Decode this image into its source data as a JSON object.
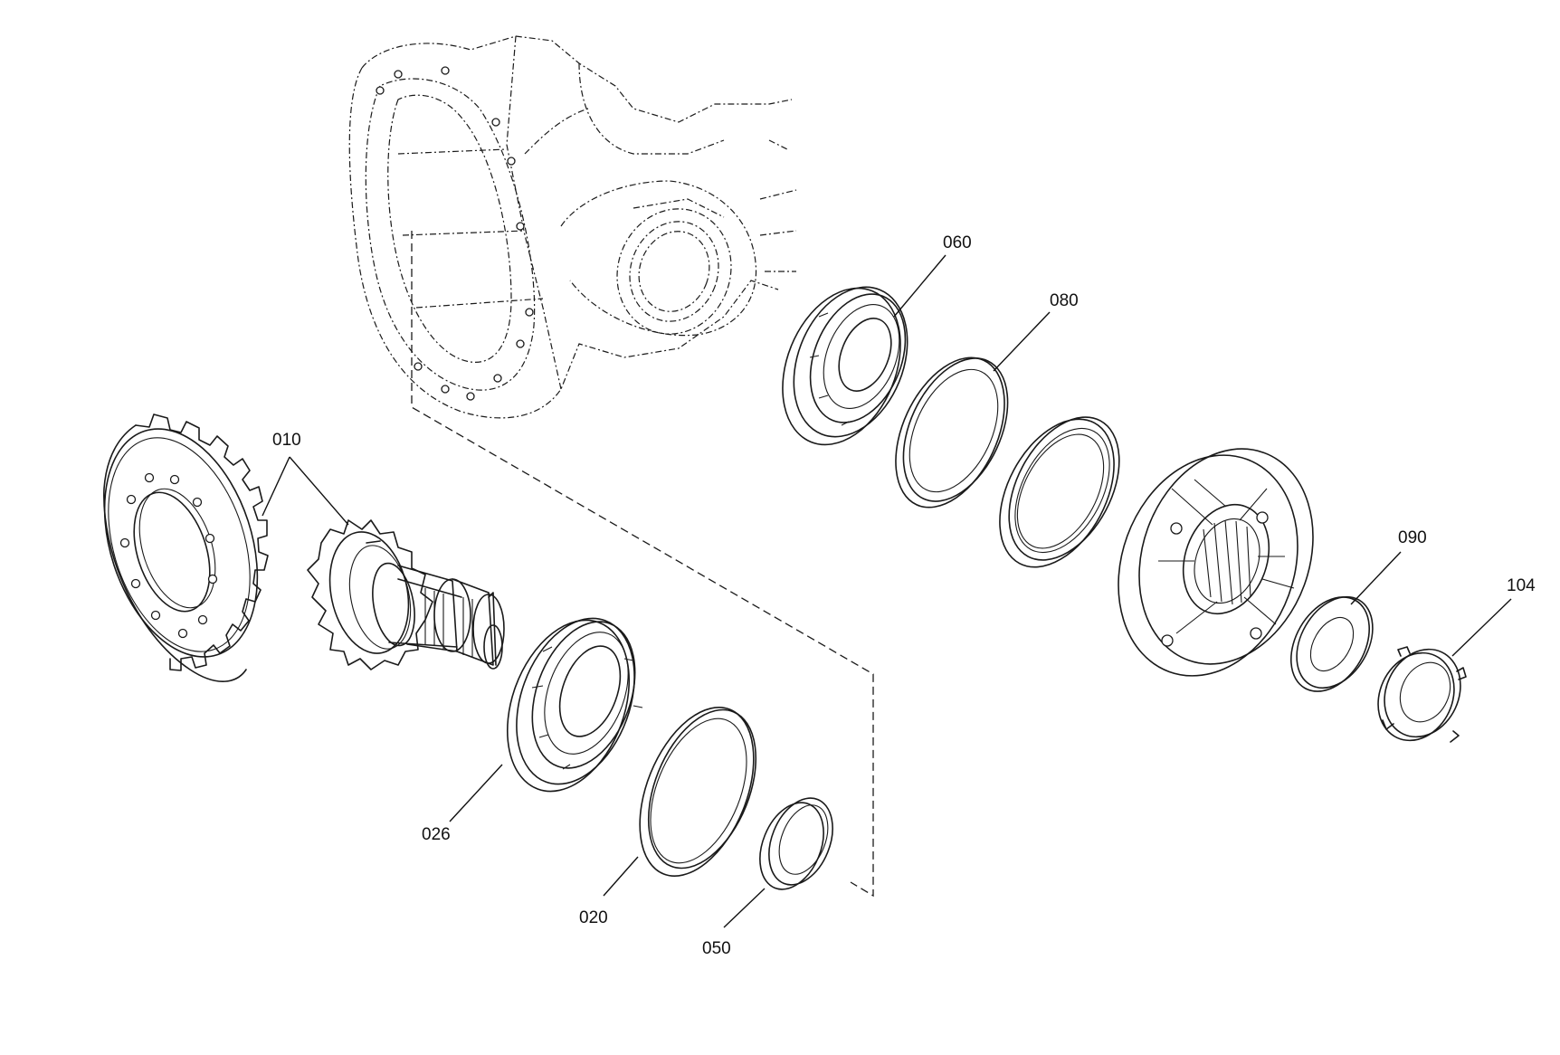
{
  "callouts": [
    {
      "id": "010",
      "text": "010"
    },
    {
      "id": "026",
      "text": "026"
    },
    {
      "id": "020",
      "text": "020"
    },
    {
      "id": "050",
      "text": "050"
    },
    {
      "id": "060",
      "text": "060"
    },
    {
      "id": "080",
      "text": "080"
    },
    {
      "id": "090",
      "text": "090"
    },
    {
      "id": "104",
      "text": "104"
    }
  ],
  "colors": {
    "line": "#1a1a1a",
    "background": "#ffffff"
  }
}
